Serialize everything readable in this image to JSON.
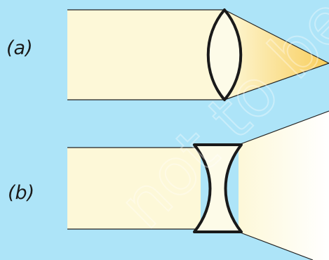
{
  "figure": {
    "panel_a": {
      "label": "(a)",
      "lens": "convex",
      "beam": "converging"
    },
    "panel_b": {
      "label": "(b)",
      "lens": "concave",
      "beam": "diverging"
    },
    "watermark": "not to be republished"
  },
  "colors": {
    "background": "#ade4f8",
    "beam": "#fdf8d8",
    "focus": "#f8cd5a",
    "lens_fill": "#fdfbe8",
    "lens_outline": "#1a1a1a",
    "watermark": "#ffffff"
  }
}
